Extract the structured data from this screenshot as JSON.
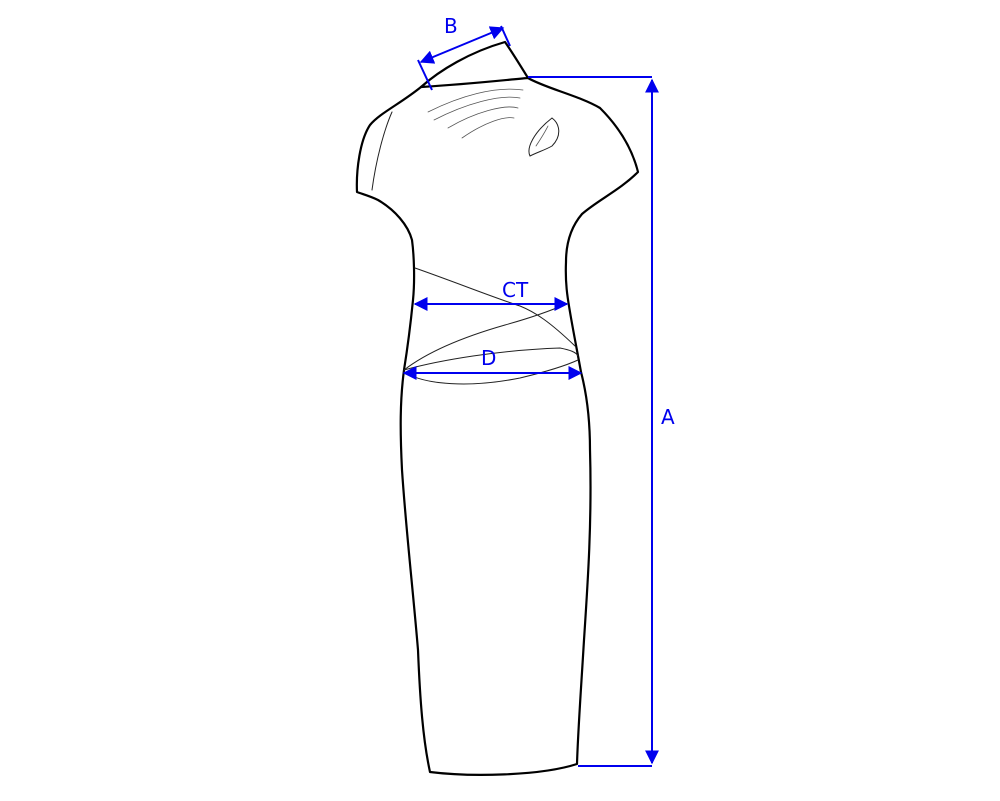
{
  "diagram": {
    "type": "garment-measurement-sketch",
    "garment": "dress",
    "dimension_color": "#0000ee",
    "outline_color": "#000000",
    "labels": {
      "length": "A",
      "shoulder": "B",
      "waist": "CT",
      "hip": "D"
    }
  }
}
